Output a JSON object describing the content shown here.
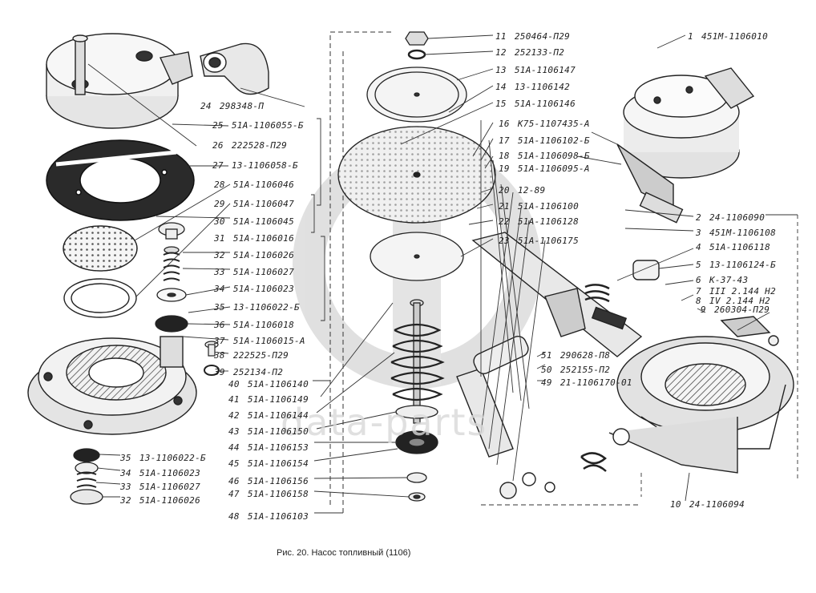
{
  "caption": "Рис. 20. Насос топливный (1106)",
  "watermark_text": "data-parts",
  "labels": {
    "l1": {
      "num": "1",
      "code": "451M-1106010"
    },
    "l2": {
      "num": "2",
      "code": "24-1106090"
    },
    "l3": {
      "num": "3",
      "code": "451M-1106108"
    },
    "l4": {
      "num": "4",
      "code": "51A-1106118"
    },
    "l5": {
      "num": "5",
      "code": "13-1106124-Б"
    },
    "l6": {
      "num": "6",
      "code": "К-37-43"
    },
    "l7": {
      "num": "7",
      "code": "III 2.144 Н2"
    },
    "l8": {
      "num": "8",
      "code": "IV 2.144 Н2"
    },
    "l9": {
      "num": "9",
      "code": "260304-П29"
    },
    "l10": {
      "num": "10",
      "code": "24-1106094"
    },
    "l11": {
      "num": "11",
      "code": "250464-П29"
    },
    "l12": {
      "num": "12",
      "code": "252133-П2"
    },
    "l13": {
      "num": "13",
      "code": "51A-1106147"
    },
    "l14": {
      "num": "14",
      "code": "13-1106142"
    },
    "l15": {
      "num": "15",
      "code": "51A-1106146"
    },
    "l16": {
      "num": "16",
      "code": "К75-1107435-А"
    },
    "l17": {
      "num": "17",
      "code": "51A-1106102-Б"
    },
    "l18": {
      "num": "18",
      "code": "51A-1106098-Б"
    },
    "l19": {
      "num": "19",
      "code": "51A-1106095-А"
    },
    "l20": {
      "num": "20",
      "code": "12-89"
    },
    "l21": {
      "num": "21",
      "code": "51A-1106100"
    },
    "l22": {
      "num": "22",
      "code": "51A-1106128"
    },
    "l23": {
      "num": "23",
      "code": "51A-1106175"
    },
    "l24": {
      "num": "24",
      "code": "298348-П"
    },
    "l25": {
      "num": "25",
      "code": "51A-1106055-Б"
    },
    "l26": {
      "num": "26",
      "code": "222528-П29"
    },
    "l27": {
      "num": "27",
      "code": "13-1106058-Б"
    },
    "l28": {
      "num": "28",
      "code": "51A-1106046"
    },
    "l29": {
      "num": "29",
      "code": "51A-1106047"
    },
    "l30": {
      "num": "30",
      "code": "51A-1106045"
    },
    "l31": {
      "num": "31",
      "code": "51A-1106016"
    },
    "l32": {
      "num": "32",
      "code": "51A-1106026"
    },
    "l33": {
      "num": "33",
      "code": "51A-1106027"
    },
    "l34": {
      "num": "34",
      "code": "51A-1106023"
    },
    "l35": {
      "num": "35",
      "code": "13-1106022-Б"
    },
    "l36": {
      "num": "36",
      "code": "51A-1106018"
    },
    "l37": {
      "num": "37",
      "code": "51A-1106015-А"
    },
    "l38": {
      "num": "38",
      "code": "222525-П29"
    },
    "l39": {
      "num": "39",
      "code": "252134-П2"
    },
    "l40": {
      "num": "40",
      "code": "51A-1106140"
    },
    "l41": {
      "num": "41",
      "code": "51A-1106149"
    },
    "l42": {
      "num": "42",
      "code": "51A-1106144"
    },
    "l43": {
      "num": "43",
      "code": "51A-1106150"
    },
    "l44": {
      "num": "44",
      "code": "51A-1106153"
    },
    "l45": {
      "num": "45",
      "code": "51A-1106154"
    },
    "l46": {
      "num": "46",
      "code": "51A-1106156"
    },
    "l47": {
      "num": "47",
      "code": "51A-1106158"
    },
    "l48": {
      "num": "48",
      "code": "51A-1106103"
    },
    "l49": {
      "num": "49",
      "code": "21-1106170-01"
    },
    "l50": {
      "num": "50",
      "code": "252155-П2"
    },
    "l51": {
      "num": "51",
      "code": "290628-П8"
    },
    "b35": {
      "num": "35",
      "code": "13-1106022-Б"
    },
    "b34": {
      "num": "34",
      "code": "51A-1106023"
    },
    "b33": {
      "num": "33",
      "code": "51A-1106027"
    },
    "b32": {
      "num": "32",
      "code": "51A-1106026"
    }
  }
}
